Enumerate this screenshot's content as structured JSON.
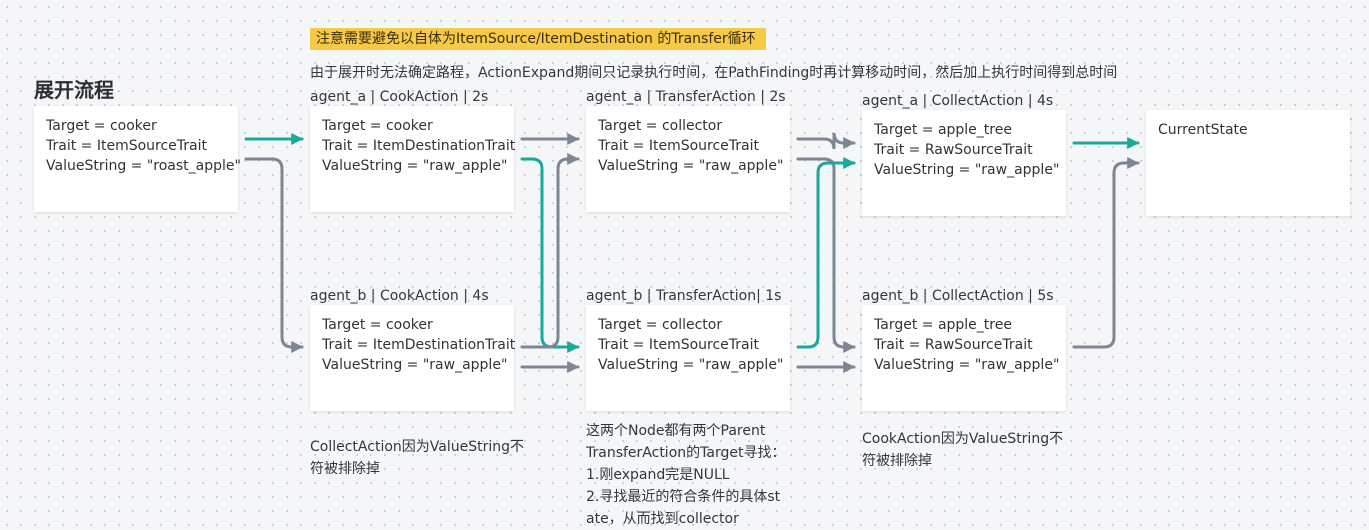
{
  "warning_text": "注意需要避免以自体为ItemSource/ItemDestination 的Transfer循环",
  "heading": "展开流程",
  "description": "由于展开时无法确定路程，ActionExpand期间只记录执行时间，在PathFinding时再计算移动时间，然后加上执行时间得到总时间",
  "colors": {
    "teal": "#1aa89a",
    "gray": "#7d8793",
    "warning_bg": "#f7c948"
  },
  "nodes": [
    {
      "id": "goal",
      "label": "",
      "lines": [
        "Target = cooker",
        "Trait = ItemSourceTrait",
        "ValueString = \"roast_apple\""
      ]
    },
    {
      "id": "a_cook",
      "label": "agent_a | CookAction | 2s",
      "lines": [
        "Target = cooker",
        "Trait = ItemDestinationTrait",
        "ValueString = \"raw_apple\""
      ]
    },
    {
      "id": "b_cook",
      "label": "agent_b | CookAction | 4s",
      "lines": [
        "Target = cooker",
        "Trait = ItemDestinationTrait",
        "ValueString = \"raw_apple\""
      ]
    },
    {
      "id": "a_transfer",
      "label": "agent_a | TransferAction | 2s",
      "lines": [
        "Target = collector",
        "Trait = ItemSourceTrait",
        "ValueString = \"raw_apple\""
      ]
    },
    {
      "id": "b_transfer",
      "label": "agent_b | TransferAction| 1s",
      "lines": [
        "Target = collector",
        "Trait = ItemSourceTrait",
        "ValueString = \"raw_apple\""
      ]
    },
    {
      "id": "a_collect",
      "label": "agent_a | CollectAction | 4s",
      "lines": [
        "Target = apple_tree",
        "Trait = RawSourceTrait",
        "ValueString = \"raw_apple\""
      ]
    },
    {
      "id": "b_collect",
      "label": "agent_b | CollectAction | 5s",
      "lines": [
        "Target = apple_tree",
        "Trait = RawSourceTrait",
        "ValueString = \"raw_apple\""
      ]
    },
    {
      "id": "current",
      "label": "",
      "lines": [
        "CurrentState"
      ]
    }
  ],
  "notes": [
    {
      "id": "note_cook",
      "lines": [
        "CollectAction因为ValueString不",
        "符被排除掉"
      ]
    },
    {
      "id": "note_transfer",
      "lines": [
        "这两个Node都有两个Parent",
        "TransferAction的Target寻找：",
        "1.刚expand完是NULL",
        "2.寻找最近的符合条件的具体st",
        "ate，从而找到collector"
      ]
    },
    {
      "id": "note_collect",
      "lines": [
        "CookAction因为ValueString不",
        "符被排除掉"
      ]
    }
  ],
  "edges": [
    {
      "from": "goal",
      "to": "a_cook",
      "color": "teal"
    },
    {
      "from": "goal",
      "to": "b_cook",
      "color": "gray"
    },
    {
      "from": "a_cook",
      "to": "a_transfer",
      "color": "gray"
    },
    {
      "from": "a_cook",
      "to": "b_transfer",
      "color": "teal"
    },
    {
      "from": "b_cook",
      "to": "a_transfer",
      "color": "gray"
    },
    {
      "from": "b_cook",
      "to": "b_transfer",
      "color": "gray"
    },
    {
      "from": "a_transfer",
      "to": "a_collect",
      "color": "gray"
    },
    {
      "from": "a_transfer",
      "to": "b_collect",
      "color": "gray"
    },
    {
      "from": "b_transfer",
      "to": "a_collect",
      "color": "teal"
    },
    {
      "from": "b_transfer",
      "to": "b_collect",
      "color": "gray"
    },
    {
      "from": "a_collect",
      "to": "current",
      "color": "teal"
    },
    {
      "from": "b_collect",
      "to": "current",
      "color": "gray"
    }
  ]
}
